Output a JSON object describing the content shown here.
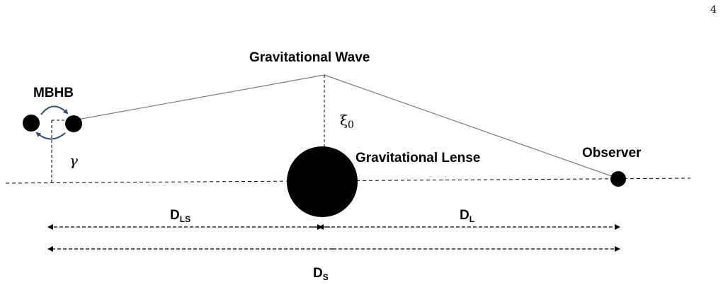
{
  "page_number": "4",
  "labels": {
    "wave": "Gravitational Wave",
    "mbhb": "MBHB",
    "lens": "Gravitational Lense",
    "observer": "Observer",
    "xi": "ξ",
    "xi_sub": "0",
    "gamma": "γ",
    "d_ls": "D",
    "d_ls_sub": "LS",
    "d_l": "D",
    "d_l_sub": "L",
    "d_s": "D",
    "d_s_sub": "S"
  },
  "colors": {
    "ink": "#000000",
    "ray": "#7a7a7a",
    "orbit_arrow": "#2e4a6e"
  }
}
